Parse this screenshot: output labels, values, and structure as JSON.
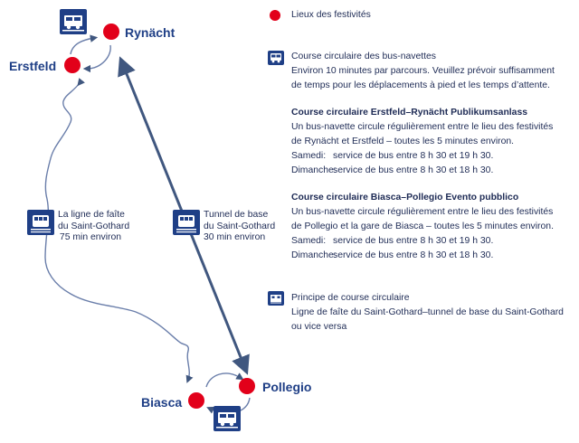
{
  "places": {
    "rynacht": "Rynächt",
    "erstfeld": "Erstfeld",
    "biasca": "Biasca",
    "pollegio": "Pollegio"
  },
  "routes": {
    "summit": [
      "La ligne de faîte",
      "du Saint-Gothard",
      "75 min environ"
    ],
    "base": [
      "Tunnel de base",
      "du Saint-Gothard",
      "30 min environ"
    ]
  },
  "legend": {
    "festivities": "Lieux des festivités",
    "shuttle": [
      "Course circulaire des bus-navettes",
      "Environ 10 minutes par parcours. Veuillez prévoir suffisamment",
      "de temps pour les déplacements à pied et les temps d’attente."
    ],
    "erstfeld_block": {
      "title": "Course circulaire Erstfeld–Rynächt Publikumsanlass",
      "lines": [
        "Un bus-navette circule régulièrement entre le lieu des festivités",
        "de Rynächt et Erstfeld – toutes les 5 minutes environ."
      ],
      "sat_label": "Samedi:",
      "sat_value": "service de bus entre 8 h 30 et 19 h 30.",
      "sun_label": "Dimanche:",
      "sun_value": "service de bus entre 8 h 30 et 18 h 30."
    },
    "biasca_block": {
      "title": "Course circulaire Biasca–Pollegio Evento pubblico",
      "lines": [
        "Un bus-navette circule régulièrement entre le lieu des festivités",
        "de Pollegio et la gare de Biasca – toutes les 5 minutes environ."
      ],
      "sat_label": "Samedi:",
      "sat_value": "service de bus entre 8 h 30 et 19 h 30.",
      "sun_label": "Dimanche:",
      "sun_value": "service de bus entre 8 h 30 et 18 h 30."
    },
    "principle": [
      "Principe de course circulaire",
      "Ligne de faîte du Saint-Gothard–tunnel de base du Saint-Gothard",
      "ou vice versa"
    ]
  },
  "colors": {
    "navy": "#1f3f86",
    "red": "#e2001a",
    "line": "#6a7eaa"
  },
  "icons": [
    "bus-icon",
    "train-icon",
    "festivity-dot-icon",
    "loop-arrow-icon"
  ]
}
